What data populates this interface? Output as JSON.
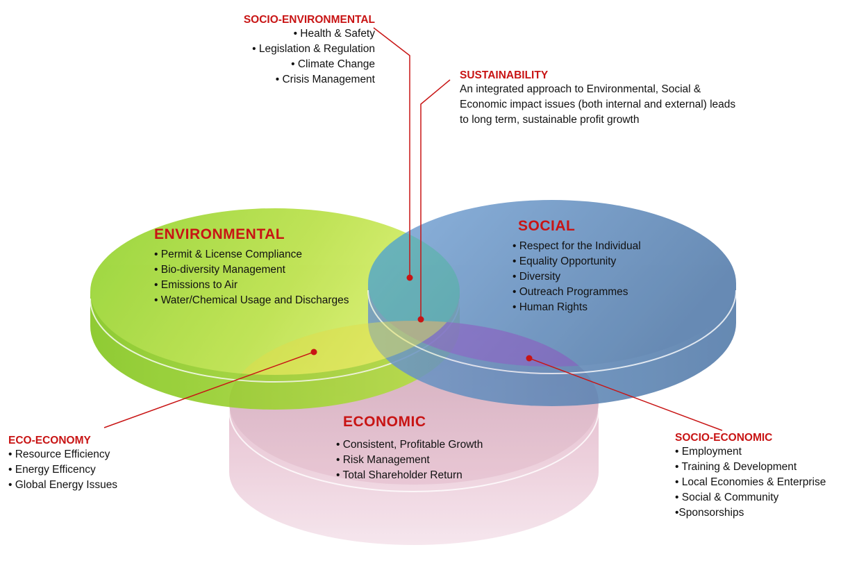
{
  "socio_environmental": {
    "title": "SOCIO-ENVIRONMENTAL",
    "items": [
      "• Health & Safety",
      "• Legislation & Regulation",
      "• Climate Change",
      "• Crisis Management"
    ]
  },
  "sustainability": {
    "title": "SUSTAINABILITY",
    "lines": [
      "An integrated approach to Environmental, Social &",
      "Economic impact issues (both internal and external) leads",
      "to long term, sustainable profit growth"
    ]
  },
  "environmental": {
    "title": "ENVIRONMENTAL",
    "items": [
      "• Permit & License Compliance",
      "• Bio-diversity Management",
      "• Emissions to Air",
      "• Water/Chemical Usage and Discharges"
    ]
  },
  "social": {
    "title": "SOCIAL",
    "items": [
      "• Respect for the Individual",
      "• Equality Opportunity",
      "• Diversity",
      "• Outreach Programmes",
      "• Human Rights"
    ]
  },
  "economic": {
    "title": "ECONOMIC",
    "items": [
      "• Consistent, Profitable Growth",
      "• Risk Management",
      "• Total Shareholder Return"
    ]
  },
  "eco_economy": {
    "title": "ECO-ECONOMY",
    "items": [
      "• Resource Efficiency",
      "• Energy Efficency",
      "• Global Energy Issues"
    ]
  },
  "socio_economic": {
    "title": "SOCIO-ECONOMIC",
    "items": [
      "• Employment",
      "• Training & Development",
      "• Local Economies & Enterprise",
      "• Social & Community",
      "•Sponsorships"
    ]
  },
  "colors": {
    "environmental": "#9ccf2a",
    "social": "#5f8fbf",
    "economic": "#d9a7bd",
    "heading_red": "#c81414",
    "connector": "#c81414"
  }
}
